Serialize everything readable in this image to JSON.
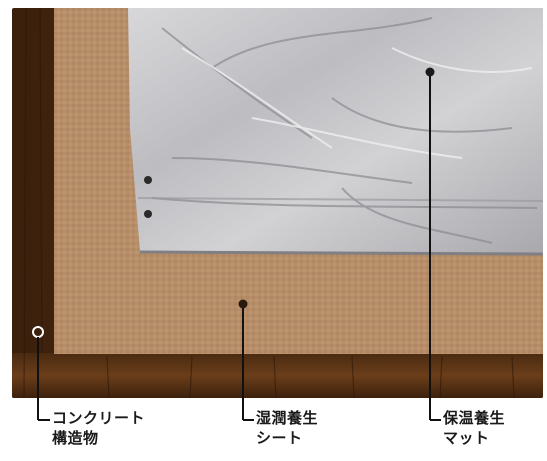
{
  "labels": {
    "concrete": {
      "line1": "コンクリート",
      "line2": "構造物"
    },
    "wet_sheet": {
      "line1": "湿潤養生",
      "line2": "シート"
    },
    "insulation_mat": {
      "line1": "保温養生",
      "line2": "マット"
    }
  },
  "colors": {
    "wood_dark": "#4a2a12",
    "wood_mid": "#6b3f1c",
    "burlap": "#b8926c",
    "burlap_dark": "#a07a55",
    "foil": "#c9c9cc",
    "foil_shadow": "#8e8e92",
    "leader": "#111111"
  }
}
